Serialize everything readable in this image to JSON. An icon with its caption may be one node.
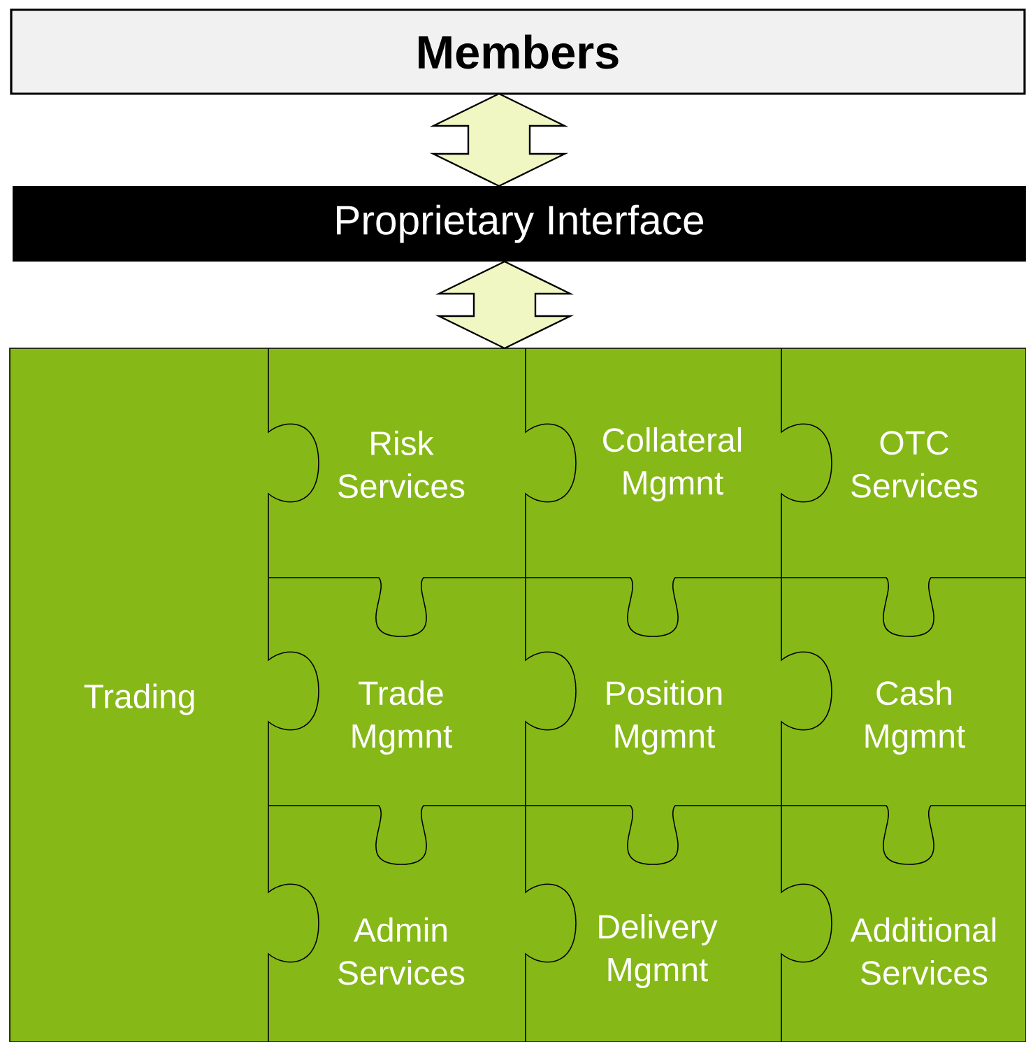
{
  "diagram": {
    "nodes": [
      {
        "text": [
          "Members"
        ]
      },
      {
        "text": [
          "Proprietary Interface"
        ]
      },
      {
        "text": [],
        "shape": "box"
      },
      {
        "text": [
          "Trading"
        ],
        "in": 2
      },
      {
        "text": [
          "Risk Services"
        ],
        "in": 2
      },
      {
        "text": [
          "Collateral Mgmnt"
        ],
        "in": 2
      },
      {
        "text": [
          "OTC Services"
        ],
        "in": 2
      },
      {
        "text": [
          "Trade Mgmnt"
        ],
        "in": 2
      },
      {
        "text": [
          "Position Mgmnt"
        ],
        "in": 2
      },
      {
        "text": [
          "Cash Mgmnt"
        ],
        "in": 2
      },
      {
        "text": [
          "Admin Services"
        ],
        "in": 2
      },
      {
        "text": [
          "Delivery Mgmnt"
        ],
        "in": 2
      },
      {
        "text": [
          "Additional Services"
        ],
        "in": 2
      }
    ],
    "edges": [
      {
        "from": 0,
        "to": 1,
        "arrow": "both"
      },
      {
        "from": 1,
        "to": 2,
        "arrow": "both"
      }
    ]
  }
}
